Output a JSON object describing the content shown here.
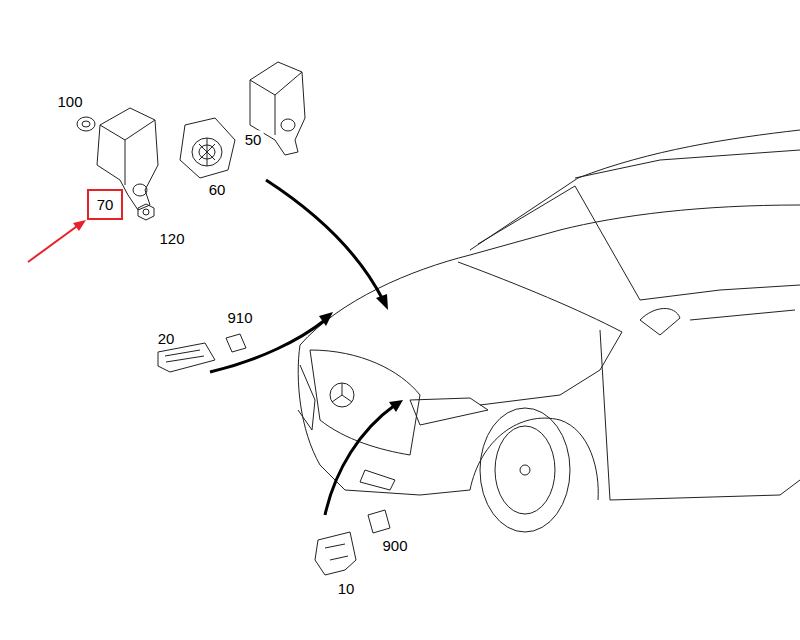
{
  "diagram": {
    "nodes": [
      {
        "text": [
          "70"
        ]
      }
    ],
    "labels": [
      "100",
      "50",
      "60",
      "120",
      "910",
      "20",
      "900",
      "10"
    ]
  }
}
